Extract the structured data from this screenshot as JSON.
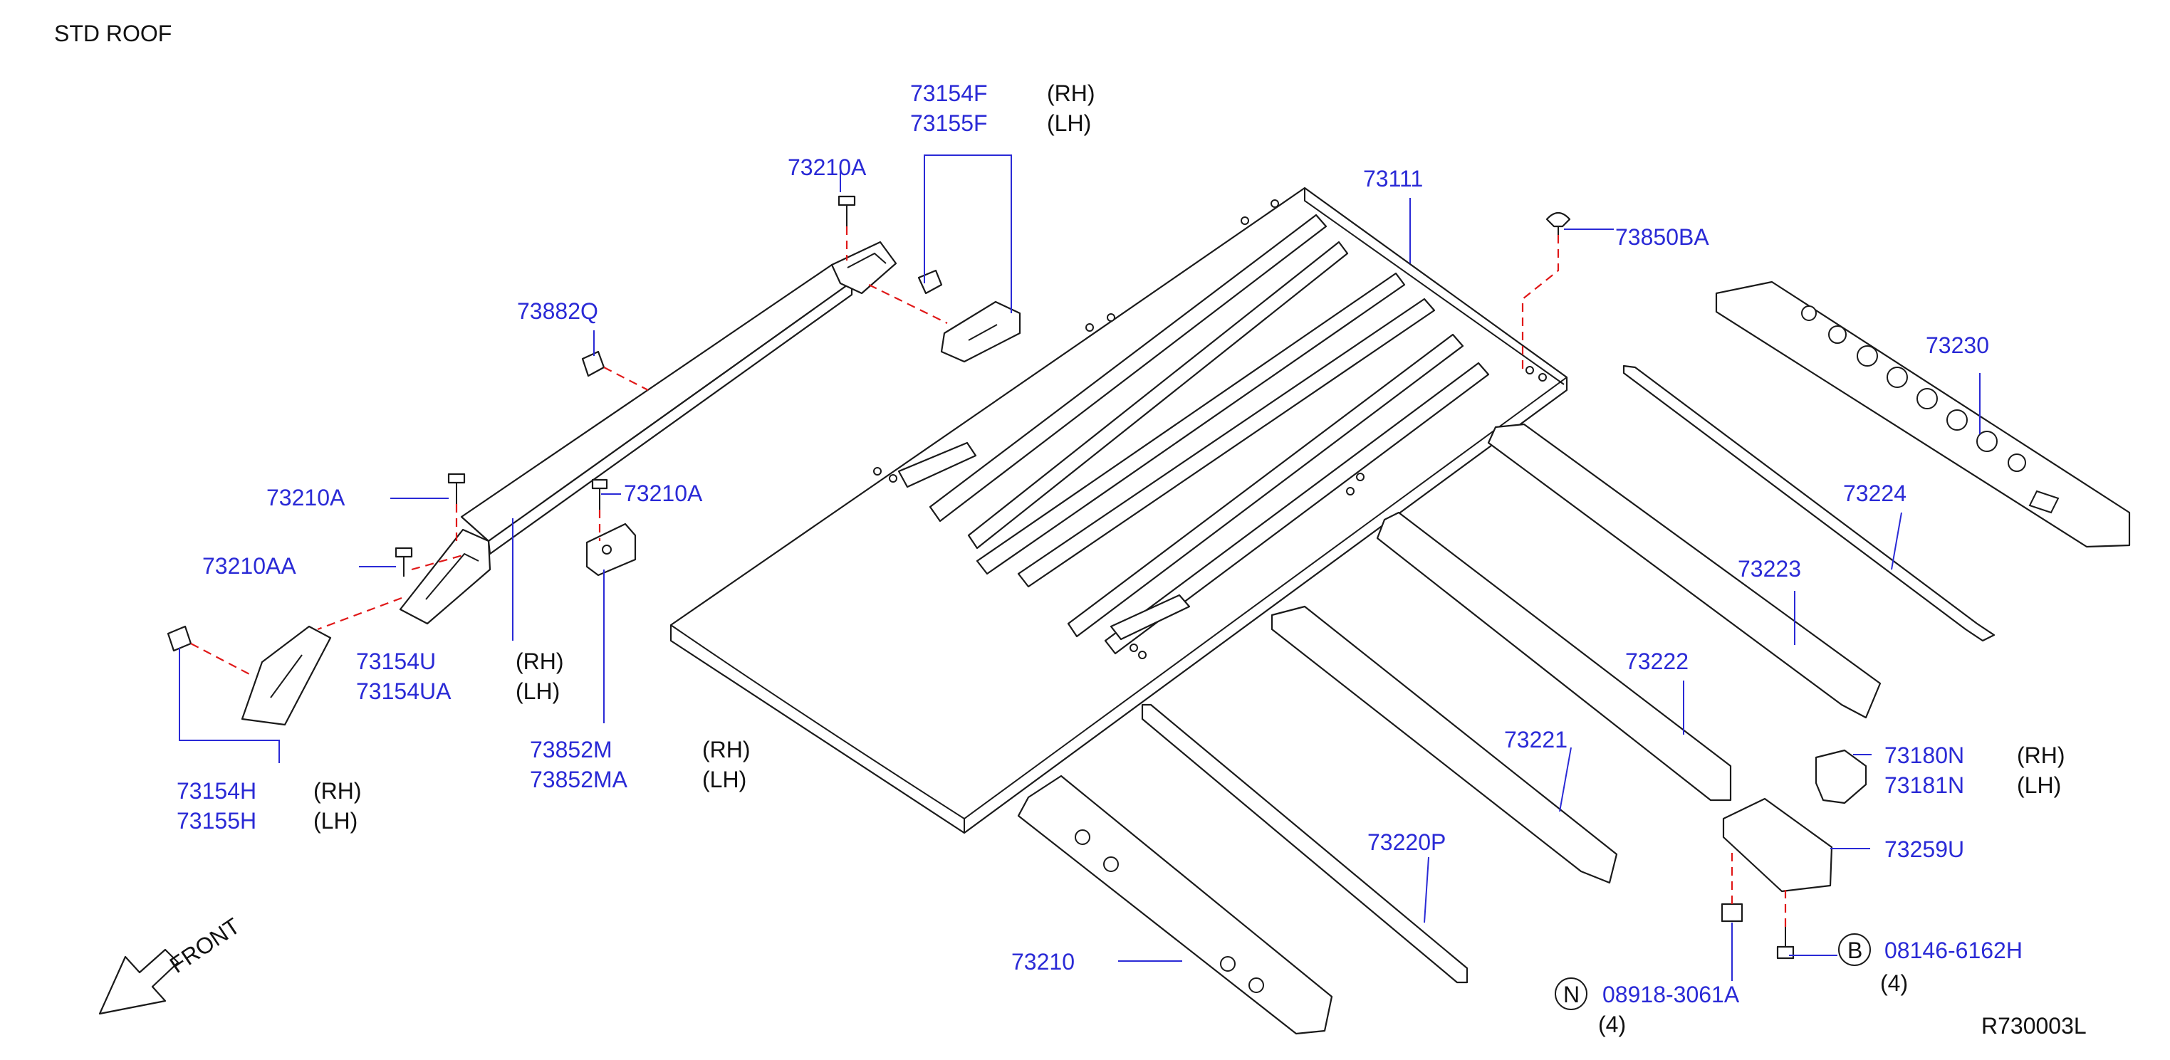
{
  "title": "STD   ROOF",
  "diagram_code": "R730003L",
  "front_label": "FRONT",
  "colors": {
    "part_number": "#2a2ad6",
    "leader": "#2a2ad6",
    "dashed_guide": "#e01818",
    "drawing": "#1a1a1a"
  },
  "labels": {
    "p73154F": "73154F",
    "p73155F": "73155F",
    "p73154F_side": "(RH)",
    "p73155F_side": "(LH)",
    "p73210A_top": "73210A",
    "p73111": "73111",
    "p73850BA": "73850BA",
    "p73882Q": "73882Q",
    "p73230": "73230",
    "p73210A_left": "73210A",
    "p73210A_mid": "73210A",
    "p73210AA": "73210AA",
    "p73224": "73224",
    "p73223": "73223",
    "p73154U": "73154U",
    "p73154UA": "73154UA",
    "p73154U_side": "(RH)",
    "p73154UA_side": "(LH)",
    "p73222": "73222",
    "p73852M": "73852M",
    "p73852MA": "73852MA",
    "p73852M_side": "(RH)",
    "p73852MA_side": "(LH)",
    "p73221": "73221",
    "p73180N": "73180N",
    "p73181N": "73181N",
    "p73180N_side": "(RH)",
    "p73181N_side": "(LH)",
    "p73154H": "73154H",
    "p73155H": "73155H",
    "p73154H_side": "(RH)",
    "p73155H_side": "(LH)",
    "p73259U": "73259U",
    "p73220P": "73220P",
    "p08146": "08146-6162H",
    "p08146_badge": "B",
    "p08146_qty": "(4)",
    "p08918": "08918-3061A",
    "p08918_badge": "N",
    "p08918_qty": "(4)",
    "p73210": "73210"
  }
}
